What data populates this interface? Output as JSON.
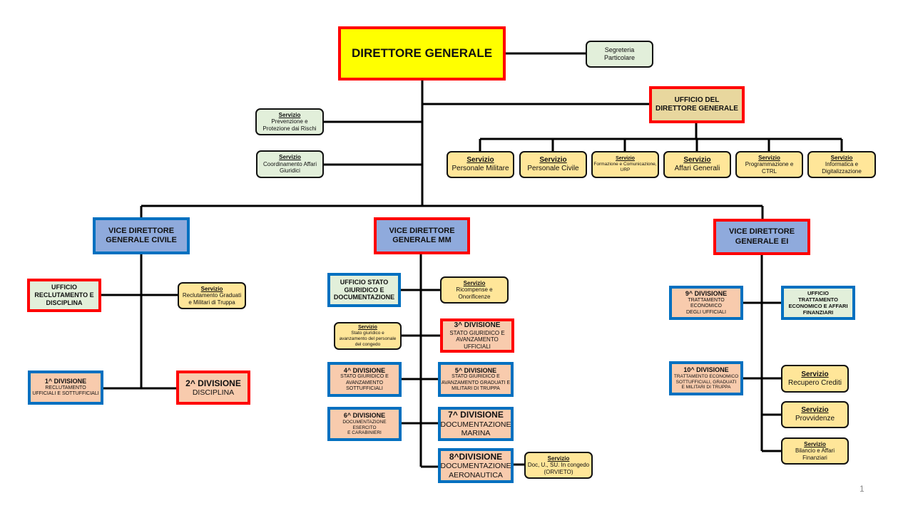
{
  "dg": {
    "title": "DIRETTORE  GENERALE"
  },
  "segreteria": {
    "line1": "Segreteria",
    "line2": "Particolare"
  },
  "ufficio_dg": {
    "line1": "UFFICIO DEL",
    "line2": "DIRETTORE GENERALE"
  },
  "staff": [
    {
      "head": "Servizio",
      "line1": "Prevenzione  e",
      "line2": "Protezione dai Rischi"
    },
    {
      "head": "Servizio",
      "line1": "Coordinamento  Affari",
      "line2": "Giuridici"
    }
  ],
  "ufficio_dg_services": [
    {
      "head": "Servizio",
      "line1": "Personale Militare",
      "line2": ""
    },
    {
      "head": "Servizio",
      "line1": "Personale Civile",
      "line2": ""
    },
    {
      "head": "Servizio",
      "line1": "Formazione e Comunicazione,",
      "line2": "URP"
    },
    {
      "head": "Servizio",
      "line1": "Affari Generali",
      "line2": ""
    },
    {
      "head": "Servizio",
      "line1": "Programmazione  e",
      "line2": "CTRL"
    },
    {
      "head": "Servizio",
      "line1": "Informatica  e",
      "line2": "Digitalizzazione"
    }
  ],
  "vdg": [
    {
      "line1": "VICE DIRETTORE",
      "line2": "GENERALE CIVILE"
    },
    {
      "line1": "VICE DIRETTORE",
      "line2": "GENERALE  MM"
    },
    {
      "line1": "VICE DIRETTORE",
      "line2": "GENERALE  EI"
    }
  ],
  "civile": {
    "ufficio": {
      "line1": "UFFICIO",
      "line2": "RECLUTAMENTO E",
      "line3": "DISCIPLINA"
    },
    "servizio": {
      "head": "Servizio",
      "line1": "Reclutamento  Graduati",
      "line2": "e Militari  di Truppa"
    },
    "div1": {
      "head": "1^ DIVISIONE",
      "line1": "RECLUTAMENTO",
      "line2": "UFFICIALI  E SOTTUFFICIALI"
    },
    "div2": {
      "head": "2^ DIVISIONE",
      "line1": "DISCIPLINA"
    }
  },
  "mm": {
    "ufficio": {
      "line1": "UFFICIO STATO",
      "line2": "GIURIDICO E",
      "line3": "DOCUMENTAZIONE"
    },
    "servizio_ricompense": {
      "head": "Servizio",
      "line1": "Ricompense e",
      "line2": "Onorificenze"
    },
    "servizio_stato": {
      "head": "Servizio",
      "line1": "Stato giuridico e",
      "line2": "avanzamento del personale",
      "line3": "del congedo"
    },
    "div3": {
      "head": "3^ DIVISIONE",
      "line1": "STATO  GIURIDICO E",
      "line2": "AVANZAMENTO   UFFICIALI"
    },
    "div4": {
      "head": "4^ DIVISIONE",
      "line1": "STATO GIURIDICO E",
      "line2": "AVANZAMENTO",
      "line3": "SOTTUFFICIALI"
    },
    "div5": {
      "head": "5^ DIVISIONE",
      "line1": "STATO GIURIDICO E",
      "line2": "AVANZAMENTO GRADUATI E",
      "line3": "MILITARI DI TRUPPA"
    },
    "div6": {
      "head": "6^ DIVISIONE",
      "line1": "DOCUMENTAZIONE ESERCITO",
      "line2": "E CARABINIERI"
    },
    "div7": {
      "head": "7^ DIVISIONE",
      "line1": "DOCUMENTAZIONE",
      "line2": "MARINA"
    },
    "div8": {
      "head": "8^DIVISIONE",
      "line1": "DOCUMENTAZIONE",
      "line2": "AERONAUTICA"
    },
    "servizio_doc": {
      "head": "Servizio",
      "line1": "Doc, U., SU. In congedo",
      "line2": "(ORVIETO)"
    }
  },
  "ei": {
    "div9": {
      "head": "9^ DIVISIONE",
      "line1": "TRATTAMENTO ECONOMICO",
      "line2": "DEGLI UFFICIALI"
    },
    "ufficio": {
      "line1": "UFFICIO",
      "line2": "TRATTAMENTO",
      "line3": "ECONOMICO  E AFFARI",
      "line4": "FINANZIARI"
    },
    "div10": {
      "head": "10^ DIVISIONE",
      "line1": "TRATTAMENTO ECONOMICO",
      "line2": "SOTTUFFICIALI, GRADUATI",
      "line3": "E MILITARI DI TRUPPA"
    },
    "servizio_recupero": {
      "head": "Servizio",
      "line1": "Recupero Crediti"
    },
    "servizio_provvidenze": {
      "head": "Servizio",
      "line1": "Provvidenze"
    },
    "servizio_bilancio": {
      "head": "Servizio",
      "line1": "Bilancio e  Affari",
      "line2": "Finanziari"
    }
  },
  "page_number": "1",
  "colors": {
    "red_border": "#ff0000",
    "blue_border": "#0070c0",
    "dg_fill": "#ffff00",
    "service_fill": "#ffe699",
    "division_fill": "#f8cbad",
    "vdg_fill": "#8faadc",
    "office_fill": "#e2efda"
  }
}
